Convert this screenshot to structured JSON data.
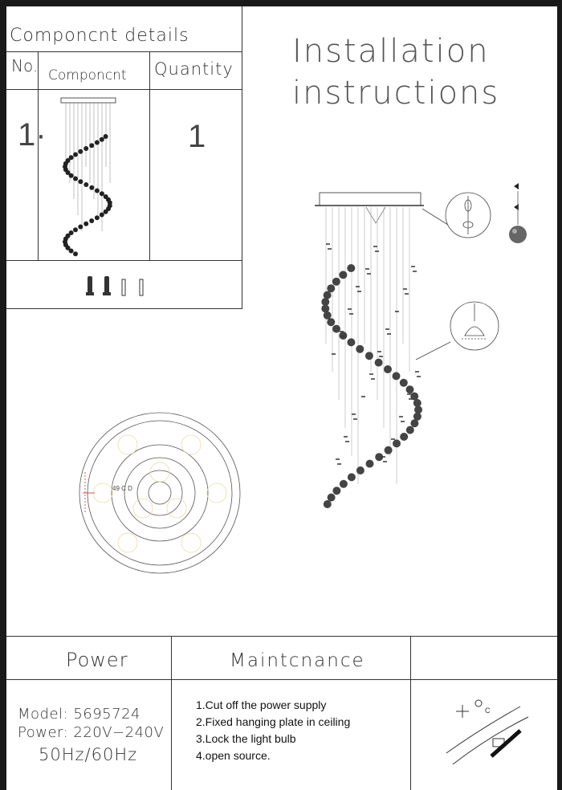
{
  "components": {
    "title": "Componсnt  details",
    "header_no": "No.",
    "header_component": "Componсnt",
    "header_quantity": "Quantity",
    "row_no": "1·",
    "row_quantity": "1"
  },
  "install": {
    "title_line1": "Installation",
    "title_line2": "instructions"
  },
  "power": {
    "heading": "Power",
    "model": "Model: 5695724",
    "voltage": "Power: 220V−240V",
    "frequency": "50Hz/60Hz"
  },
  "maintenance": {
    "heading": "Maintсnance",
    "steps": [
      "1.Cut off the power supply",
      "2.Fixed hanging plate in ceiling",
      "3.Lock the light bulb",
      "4.open source."
    ]
  },
  "diagram_labels": {
    "plate_dims": "49 C D",
    "detail_letter": "C"
  },
  "icons": {
    "screws": "screw-set-icon",
    "bulb": "bulb-pendant-icon",
    "mount": "ceiling-mount-icon",
    "crystal": "crystal-ball-icon"
  }
}
